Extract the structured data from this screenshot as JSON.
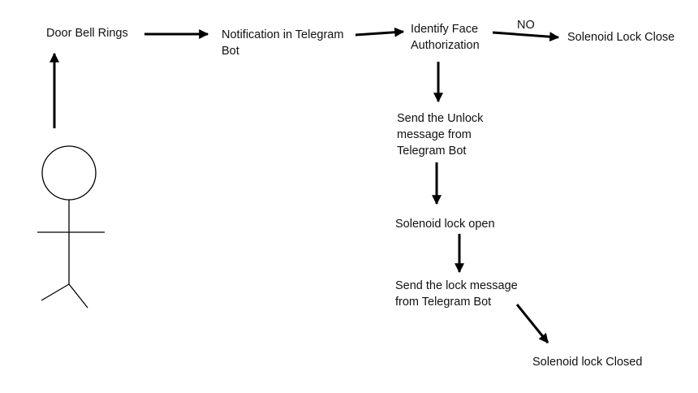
{
  "nodes": {
    "doorbell": "Door Bell Rings",
    "notification": [
      "Notification in Telegram",
      "Bot"
    ],
    "identify": [
      "Identify Face",
      "Authorization"
    ],
    "lock_close": "Solenoid Lock Close",
    "send_unlock": [
      "Send the Unlock",
      "message from",
      "Telegram Bot"
    ],
    "lock_open": "Solenoid lock open",
    "send_lock": [
      "Send the lock message",
      "from Telegram Bot"
    ],
    "lock_closed": "Solenoid lock Closed"
  },
  "edges": {
    "no_label": "NO"
  },
  "icons": {
    "person": "stick-figure-person-icon"
  }
}
